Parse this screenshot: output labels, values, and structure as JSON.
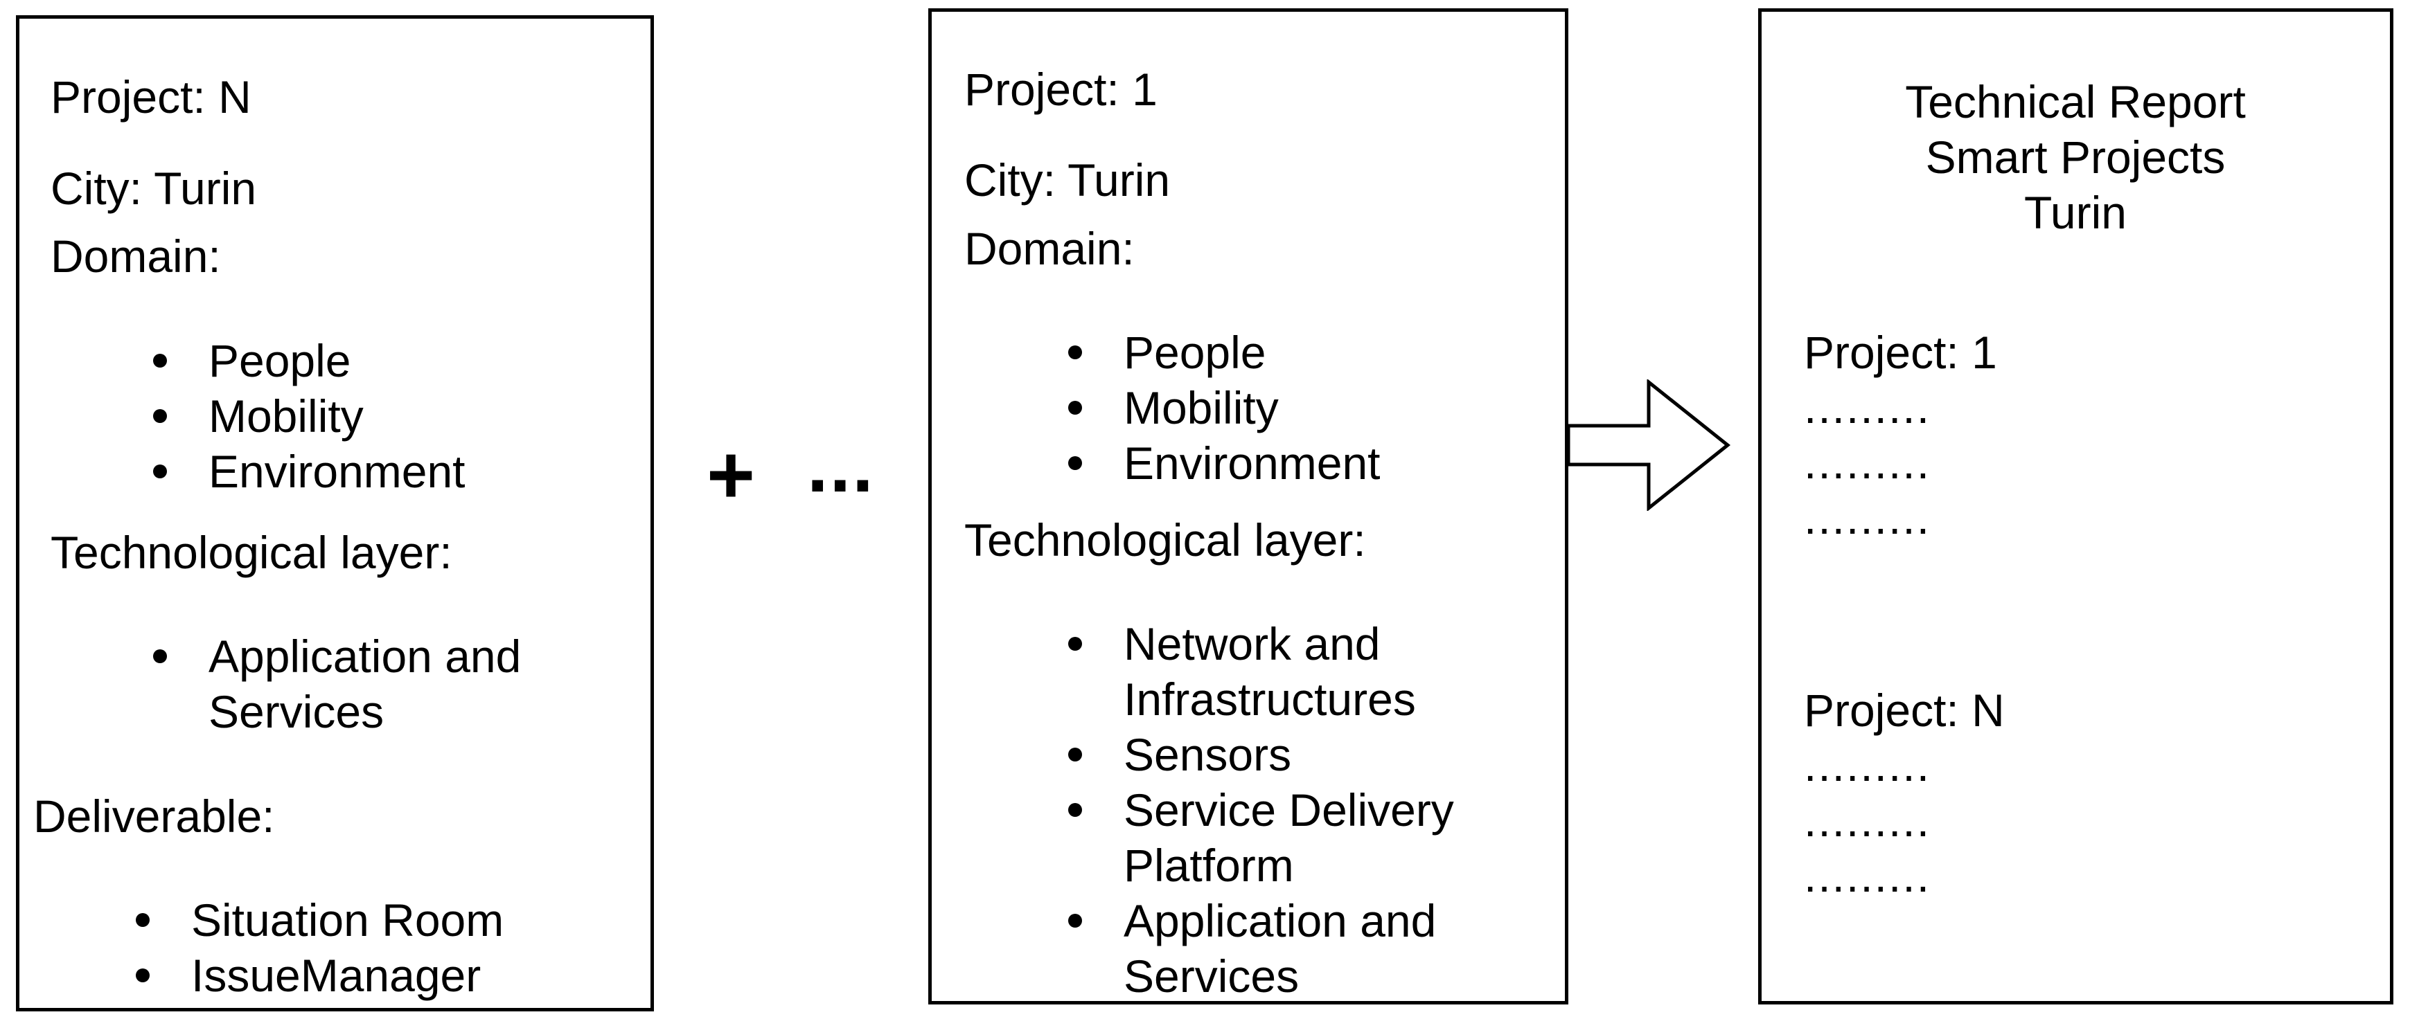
{
  "box_left": {
    "project": "Project: N",
    "city": "City: Turin",
    "domain_label": "Domain:",
    "domains": [
      "People",
      "Mobility",
      "Environment"
    ],
    "tech_label": "Technological layer:",
    "tech_item_line1": "Application and",
    "tech_item_line2": "Services",
    "deliverable_label": "Deliverable:",
    "deliverables": [
      "Situation Room",
      "IssueManager"
    ]
  },
  "operator": {
    "plus": "+",
    "ellipsis": "..."
  },
  "box_middle": {
    "project": "Project: 1",
    "city": "City: Turin",
    "domain_label": "Domain:",
    "domains": [
      "People",
      "Mobility",
      "Environment"
    ],
    "tech_label": "Technological layer:",
    "tech_items": [
      [
        "Network and",
        "Infrastructures"
      ],
      [
        "Sensors"
      ],
      [
        "Service Delivery",
        "Platform"
      ],
      [
        "Application and",
        "Services"
      ]
    ]
  },
  "box_right": {
    "title_lines": [
      "Technical Report",
      "Smart Projects",
      "Turin"
    ],
    "section1_label": "Project: 1",
    "section1_dots": [
      ".........",
      ".........",
      "........."
    ],
    "section2_label": "Project: N",
    "section2_dots": [
      ".........",
      ".........",
      "........."
    ]
  },
  "colors": {
    "stroke": "#000000",
    "background": "#ffffff"
  }
}
